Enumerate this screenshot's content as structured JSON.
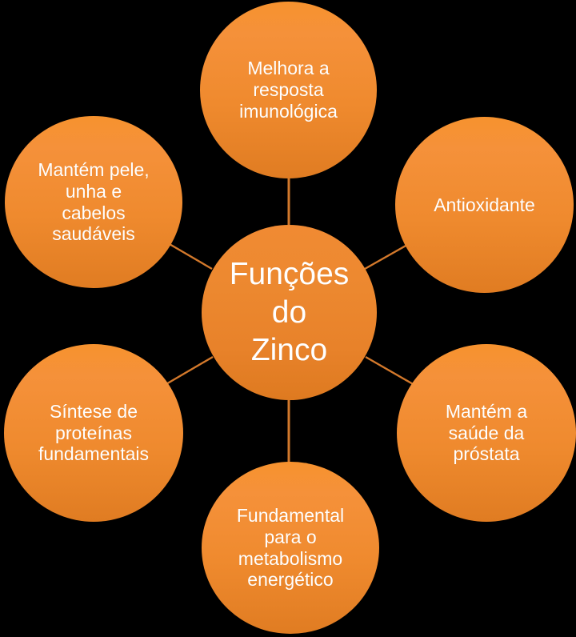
{
  "diagram": {
    "type": "radial-hub-and-spoke",
    "background_color": "#000000",
    "node_color": "#EF8A2E",
    "connector_color": "#D2782B",
    "text_color": "#FFFFFF",
    "center": {
      "label": "Funções\ndo\nZinco"
    },
    "nodes": [
      {
        "id": "top",
        "label": "Melhora a\nresposta\nimunológica"
      },
      {
        "id": "top-right",
        "label": "Antioxidante"
      },
      {
        "id": "bottom-right",
        "label": "Mantém a\nsaúde da\npróstata"
      },
      {
        "id": "bottom",
        "label": "Fundamental\npara o\nmetabolismo\nenergético"
      },
      {
        "id": "bottom-left",
        "label": "Síntese de\nproteínas\nfundamentais"
      },
      {
        "id": "top-left",
        "label": "Mantém pele,\nunha e\ncabelos\nsaudáveis"
      }
    ]
  }
}
